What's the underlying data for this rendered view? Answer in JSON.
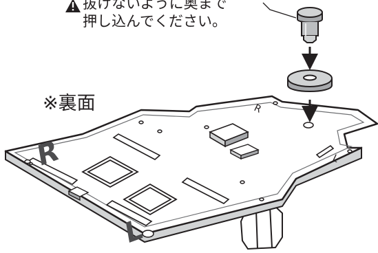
{
  "caution": {
    "line1": "抜けないように奥まで",
    "line2": "押し込んでください。"
  },
  "view_label": "※裏面",
  "board": {
    "marking_right": "R",
    "marking_left": "L"
  },
  "colors": {
    "outline": "#231f20",
    "board_fill": "#ffffff",
    "board_edge": "#6d6e71",
    "marking": "#4d4d4f",
    "foot": "#939598"
  }
}
